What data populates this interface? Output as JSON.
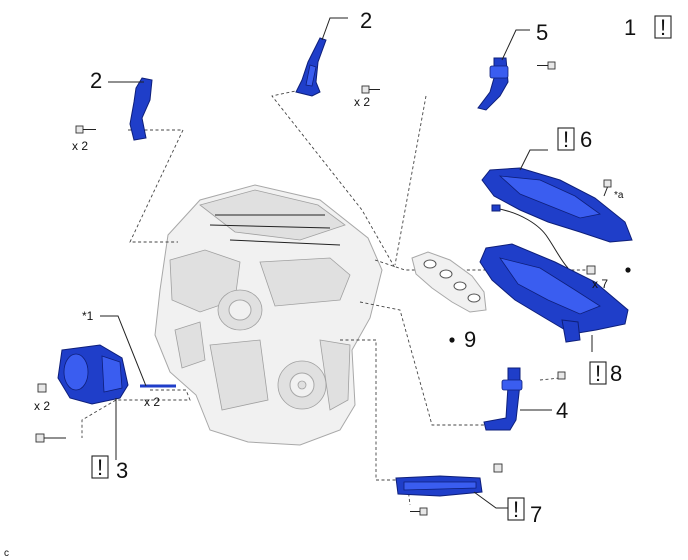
{
  "diagram": {
    "corner_code": "c",
    "warning_mark": "!",
    "callouts": [
      {
        "id": "callout-1",
        "number": "1"
      },
      {
        "id": "callout-2-top",
        "number": "2"
      },
      {
        "id": "callout-2-left",
        "number": "2"
      },
      {
        "id": "callout-3",
        "number": "3"
      },
      {
        "id": "callout-4",
        "number": "4"
      },
      {
        "id": "callout-5",
        "number": "5"
      },
      {
        "id": "callout-6",
        "number": "6"
      },
      {
        "id": "callout-7",
        "number": "7"
      },
      {
        "id": "callout-8",
        "number": "8"
      },
      {
        "id": "callout-9",
        "number": "9"
      }
    ],
    "annotations": {
      "star1": "*1",
      "stara": "*a"
    },
    "quantities": {
      "x2_top": "x 2",
      "x2_left": "x 2",
      "x2_compressor_nut": "x 2",
      "x2_compressor_bolt": "x 2",
      "x7_manifold": "x 7"
    }
  }
}
